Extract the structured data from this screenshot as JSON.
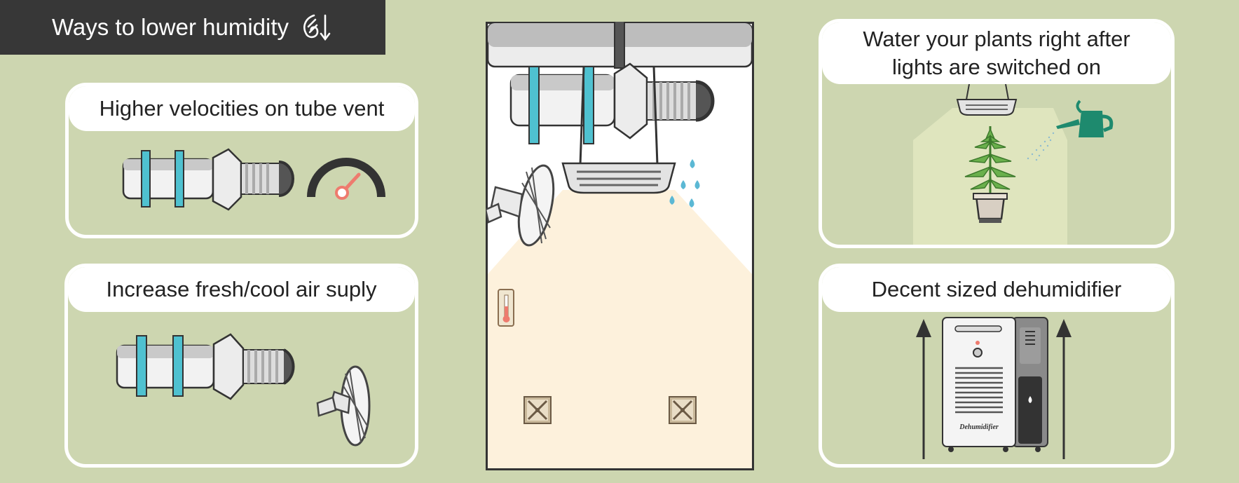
{
  "header": {
    "title": "Ways to lower humidity",
    "icon": "humidity-down-icon"
  },
  "cards": {
    "velocity": {
      "label": "Higher velocities on tube vent"
    },
    "fresh_air": {
      "label": "Increase fresh/cool air suply"
    },
    "watering": {
      "label_line1": "Water your plants right after",
      "label_line2": "lights are switched on"
    },
    "dehumidifier": {
      "label": "Decent sized dehumidifier",
      "device_text": "Dehumidifier"
    }
  },
  "colors": {
    "background": "#cdd6b0",
    "title_bar": "#373737",
    "strap": "#4fc1d0",
    "gauge_needle": "#ee7b6e",
    "water": "#5bb8d4",
    "can": "#1e8a6e",
    "light_glow": "#fdf1dc"
  }
}
